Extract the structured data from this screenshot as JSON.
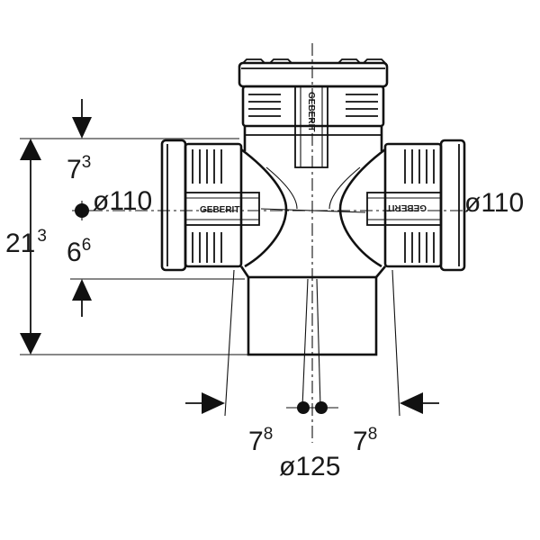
{
  "brand": {
    "name": "GEBERIT"
  },
  "dims": {
    "upper_segment": {
      "base": "7",
      "sup": "3"
    },
    "total_height": {
      "base": "21",
      "sup": "3"
    },
    "lower_segment": {
      "base": "6",
      "sup": "6"
    },
    "left_branch_dia": "ø110",
    "right_branch_dia": "ø110",
    "left_offset": {
      "base": "7",
      "sup": "8"
    },
    "right_offset": {
      "base": "7",
      "sup": "8"
    },
    "main_dia": "ø125"
  }
}
